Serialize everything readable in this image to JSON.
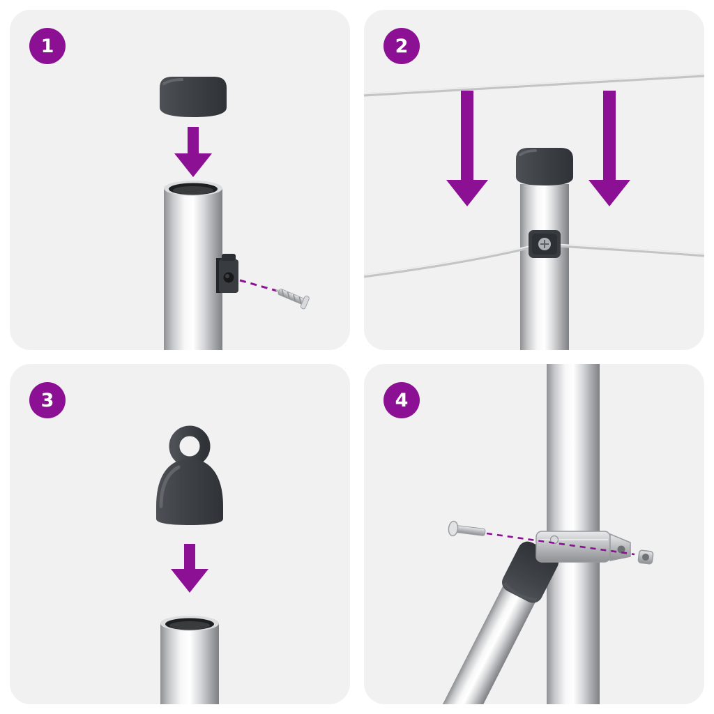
{
  "document": {
    "kind": "assembly-instruction-sheet",
    "visible_text": [
      "1",
      "2",
      "3",
      "4"
    ]
  },
  "colors": {
    "accent": "#8C1094",
    "panel_background": "#F1F1F2",
    "cap_dark": "#3A3E43",
    "metal_light": "#F7F7F8",
    "metal_dark": "#808083",
    "wire": "#C3C4C6"
  },
  "steps": [
    {
      "number": "1",
      "illustration": "fit-round-cap-onto-post-and-attach-screw-bracket"
    },
    {
      "number": "2",
      "illustration": "lower-tension-wires-down-onto-post-wire-clamp"
    },
    {
      "number": "3",
      "illustration": "fit-eyelet-cap-onto-open-tube"
    },
    {
      "number": "4",
      "illustration": "bolt-diagonal-brace-clamp-onto-post-with-nut"
    }
  ]
}
